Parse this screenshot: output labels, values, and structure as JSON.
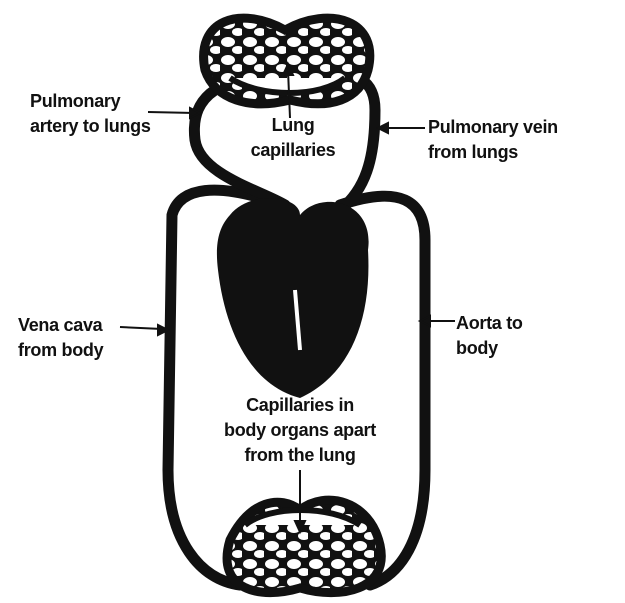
{
  "title": "Double circulation diagram",
  "labels": {
    "pulmonary_artery": [
      "Pulmonary",
      "artery to lungs"
    ],
    "lung_capillaries": [
      "Lung",
      "capillaries"
    ],
    "pulmonary_vein": [
      "Pulmonary vein",
      "from lungs"
    ],
    "vena_cava": [
      "Vena cava",
      "from body"
    ],
    "aorta": [
      "Aorta to",
      "body"
    ],
    "body_capillaries": [
      "Capillaries in",
      "body organs apart",
      "from the lung"
    ]
  },
  "colors": {
    "ink": "#111111",
    "background": "#ffffff"
  }
}
